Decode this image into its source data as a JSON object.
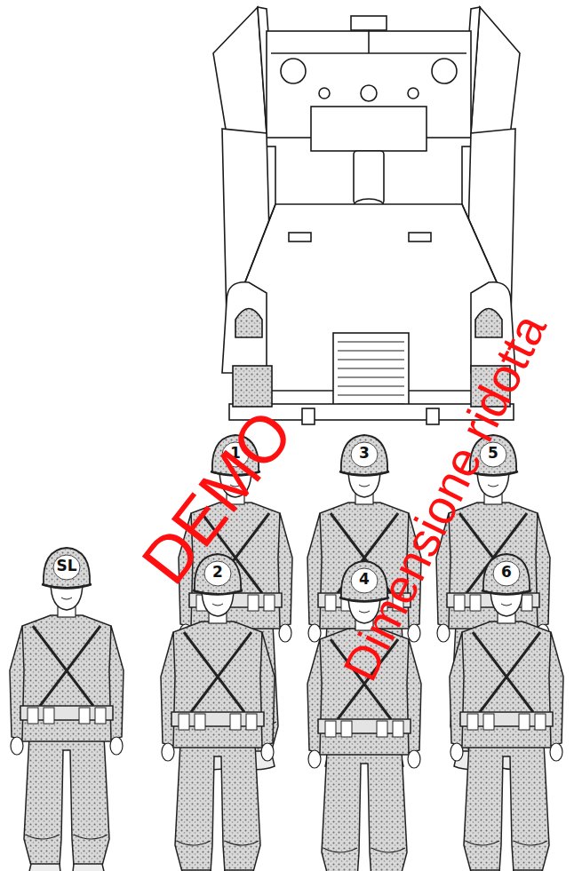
{
  "diagram": {
    "labels": [
      "1",
      "3",
      "5",
      "SL",
      "2",
      "4",
      "6",
      "DEMO",
      "Dimensione ridotta"
    ]
  }
}
